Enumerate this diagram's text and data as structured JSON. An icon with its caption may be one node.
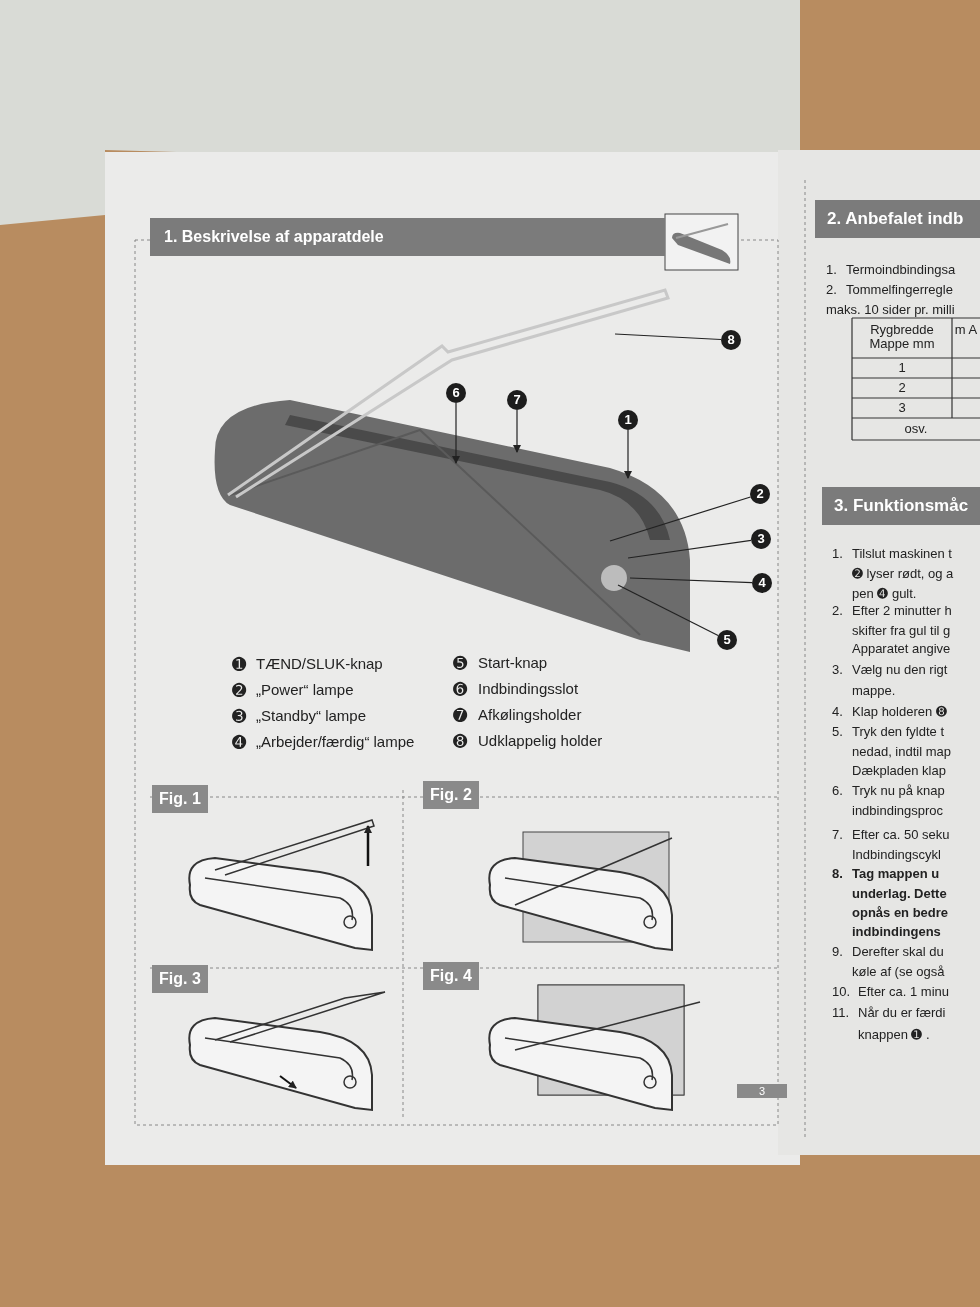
{
  "diagram": {
    "nodes": [
      {
        "text": [
          "1. Beskrivelse af apparatdele"
        ]
      },
      {
        "text": [
          "8"
        ]
      },
      {
        "text": [
          "6"
        ]
      },
      {
        "text": [
          "7"
        ]
      },
      {
        "text": [
          "1"
        ]
      },
      {
        "text": [
          "2"
        ]
      },
      {
        "text": [
          "3"
        ]
      },
      {
        "text": [
          "4"
        ]
      },
      {
        "text": [
          "5"
        ]
      },
      {
        "text": [
          "Fig. 1"
        ]
      },
      {
        "text": [
          "Fig. 2"
        ]
      },
      {
        "text": [
          "Fig. 3"
        ]
      },
      {
        "text": [
          "Fig. 4"
        ]
      },
      {
        "text": [
          "2. Anbefalet indb"
        ]
      },
      {
        "text": [
          "3. Funktionsmåc"
        ]
      }
    ],
    "edges": [
      {
        "from": 1,
        "to": null,
        "arrow": "none"
      },
      {
        "from": 2,
        "to": null,
        "arrow": "to"
      },
      {
        "from": 3,
        "to": null,
        "arrow": "to"
      },
      {
        "from": 4,
        "to": null,
        "arrow": "to"
      },
      {
        "from": 5,
        "to": null,
        "arrow": "none"
      },
      {
        "from": 6,
        "to": null,
        "arrow": "none"
      },
      {
        "from": 7,
        "to": null,
        "arrow": "none"
      },
      {
        "from": 8,
        "to": null,
        "arrow": "none"
      }
    ],
    "labels": [
      "➊",
      "TÆND/SLUK-knap",
      "➎",
      "Start-knap",
      "➋",
      "„Power“ lampe",
      "➏",
      "Indbindingsslot",
      "➌",
      "„Standby“ lampe",
      "➐",
      "Afkølingsholder",
      "➍",
      "„Arbejder/færdig“ lampe",
      "➑",
      "Udklappelig holder",
      "3",
      "1.",
      "Termoindbindingsa",
      "2.",
      "Tommelfingerregle",
      "maks. 10 sider pr. milli",
      "Rygbredde Mappe mm",
      "m A",
      "1",
      "2",
      "3",
      "osv.",
      "1.",
      "Tilslut maskinen t",
      "➋ lyser rødt, og a",
      "pen ➍ gult.",
      "2.",
      "Efter 2 minutter h",
      "skifter fra gul til g",
      "Apparatet angive",
      "3.",
      "Vælg nu den rigt",
      "mappe.",
      "4.",
      "Klap holderen ➑",
      "5.",
      "Tryk den fyldte t",
      "nedad, indtil map",
      "Dækpladen klap",
      "6.",
      "Tryk nu på knap",
      "indbindingsproc",
      "7.",
      "Efter ca. 50 seku",
      "Indbindingscykl",
      "8.",
      "Tag mappen u",
      "underlag. Dette",
      "opnås en bedre",
      "indbindingens",
      "9.",
      "Derefter skal du",
      "køle af (se også",
      "10.",
      "Efter ca. 1 minu",
      "11.",
      "Når du er færdi",
      "knappen ➊ ."
    ]
  }
}
